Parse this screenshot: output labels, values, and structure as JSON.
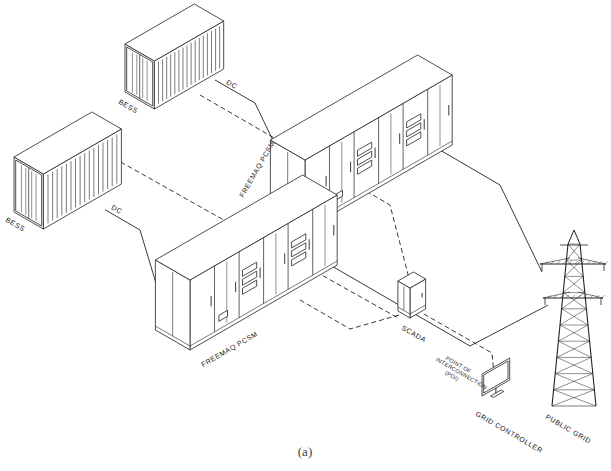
{
  "diagram": {
    "caption": "(a)",
    "nodes": [
      {
        "text": [
          "BESS"
        ]
      },
      {
        "text": [
          "BESS"
        ]
      },
      {
        "text": [
          "FREEMAQ PCSM"
        ]
      },
      {
        "text": [
          "FREEMAQ PCSM"
        ]
      },
      {
        "text": [
          "SCADA"
        ]
      },
      {
        "text": [
          "GRID CONTROLLER"
        ]
      },
      {
        "text": [
          "PUBLIC GRID"
        ]
      }
    ],
    "edges": [
      {
        "from": 1,
        "to": 3,
        "label": "DC",
        "arrow": "none"
      },
      {
        "from": 0,
        "to": 2,
        "label": "DC",
        "arrow": "none"
      },
      {
        "from": 2,
        "to": 6,
        "arrow": "none"
      },
      {
        "from": 3,
        "to": 6,
        "arrow": "none"
      },
      {
        "from": 0,
        "to": 4,
        "arrow": "none"
      },
      {
        "from": 1,
        "to": 4,
        "arrow": "none"
      },
      {
        "from": 3,
        "to": 4,
        "arrow": "none"
      },
      {
        "from": 4,
        "to": 5,
        "arrow": "none"
      }
    ],
    "labels": [
      "POINT OF INTERCONNECTION (POI)"
    ]
  }
}
